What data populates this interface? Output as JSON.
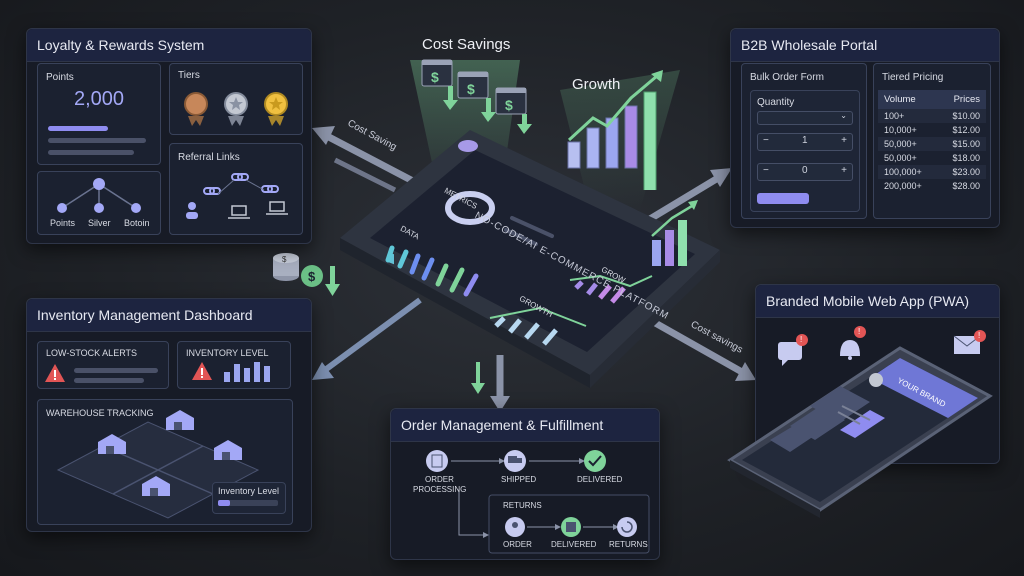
{
  "loyalty": {
    "title": "Loyalty & Rewards System",
    "points_label": "Points",
    "points_value": "2,000",
    "tiers_label": "Tiers",
    "tree_nodes": [
      "Points",
      "Silver",
      "Botoin"
    ],
    "referral_label": "Referral Links"
  },
  "center": {
    "cost_savings": "Cost Savings",
    "growth": "Growth",
    "platform_title": "NO-CODE/AI E-COMMERCE PLATFORM",
    "metrics": "METRICS",
    "data": "DATA",
    "grow": "GROW",
    "growth_small": "GROWTH",
    "arrow_cost_saving": "Cost Saving",
    "arrow_cost_savings": "Cost savings"
  },
  "b2b": {
    "title": "B2B Wholesale Portal",
    "bulk_form_label": "Bulk Order Form",
    "quantity_label": "Quantity",
    "stepper1": {
      "minus": "−",
      "value": "1",
      "plus": "+"
    },
    "stepper2": {
      "minus": "−",
      "value": "0",
      "plus": "+"
    },
    "pricing_label": "Tiered Pricing",
    "columns": [
      "Volume",
      "Prices"
    ],
    "rows": [
      [
        "100+",
        "$10.00"
      ],
      [
        "10,000+",
        "$12.00"
      ],
      [
        "50,000+",
        "$15.00"
      ],
      [
        "50,000+",
        "$18.00"
      ],
      [
        "100,000+",
        "$23.00"
      ],
      [
        "200,000+",
        "$28.00"
      ]
    ]
  },
  "inventory": {
    "title": "Inventory Management Dashboard",
    "low_stock": "LOW-STOCK ALERTS",
    "inventory_level": "INVENTORY LEVEL",
    "warehouse": "WAREHOUSE TRACKING",
    "inventory_level_small": "Inventory Level",
    "level_fraction": 0.2
  },
  "orders": {
    "title": "Order Management & Fulfillment",
    "order_processing_1": "ORDER",
    "order_processing_2": "PROCESSING",
    "shipped": "SHIPPED",
    "delivered": "DELIVERED",
    "returns_label": "RETURNS",
    "flow_order": "ORDER",
    "flow_delivered": "DELIVERED",
    "flow_returns": "RETURNS"
  },
  "pwa": {
    "title": "Branded Mobile Web App (PWA)",
    "brand": "YOUR BRAND",
    "badge": "!"
  },
  "colors": {
    "accent_purple": "#8f8cf0",
    "accent_green": "#7fd39a",
    "alert_red": "#e25555",
    "gold": "#f0c040"
  }
}
